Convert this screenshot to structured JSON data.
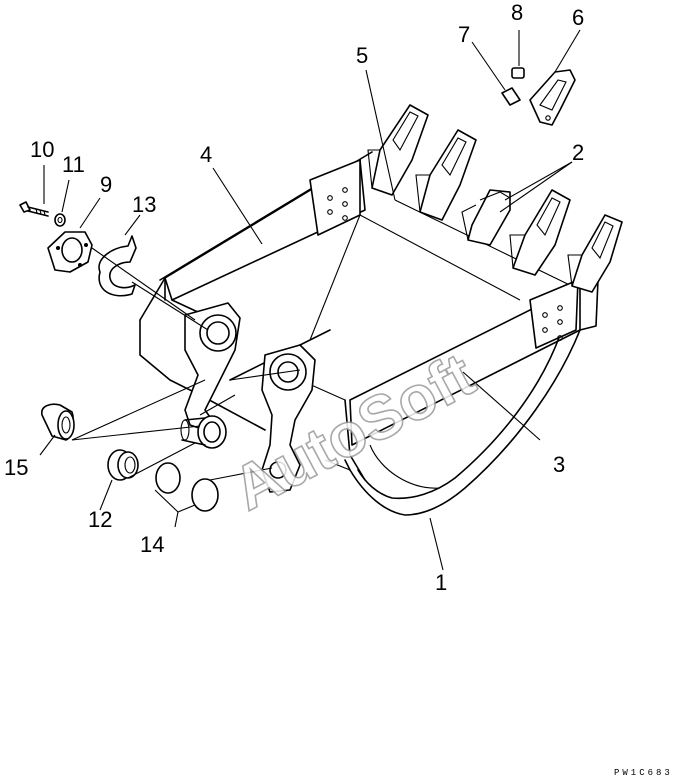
{
  "drawing_code": "PW1C683",
  "watermark": "AutoSoft",
  "callouts": {
    "c1": "1",
    "c2": "2",
    "c3": "3",
    "c4": "4",
    "c5": "5",
    "c6": "6",
    "c7": "7",
    "c8": "8",
    "c9": "9",
    "c10": "10",
    "c11": "11",
    "c12": "12",
    "c13": "13",
    "c14": "14",
    "c15": "15"
  }
}
